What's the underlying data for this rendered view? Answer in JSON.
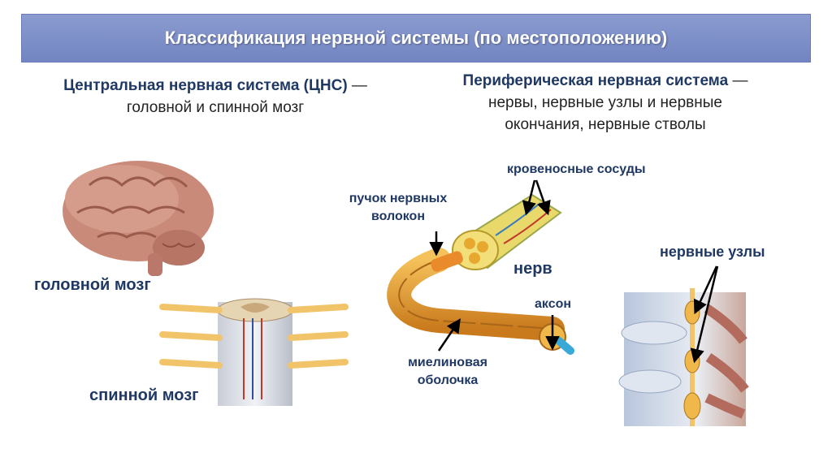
{
  "title": "Классификация нервной системы (по местоположению)",
  "cns": {
    "name": "Центральная нервная система (ЦНС)",
    "dash": " —",
    "desc": "головной и спинной мозг"
  },
  "pns": {
    "name": "Периферическая нервная система",
    "dash": " —",
    "desc_line1": "нервы, нервные узлы и нервные",
    "desc_line2": "окончания, нервные стволы"
  },
  "labels": {
    "brain": "головной мозг",
    "spinal_cord": "спинной мозг",
    "blood_vessels": "кровеносные сосуды",
    "fiber_bundle_line1": "пучок нервных",
    "fiber_bundle_line2": "волокон",
    "nerve": "нерв",
    "axon": "аксон",
    "myelin_line1": "миелиновая",
    "myelin_line2": "оболочка",
    "ganglia": "нервные узлы"
  },
  "colors": {
    "title_bar": "#7b8cc6",
    "label_text": "#1f3864",
    "brain": "#c98a7a",
    "nerve_orange": "#e8a23a",
    "bundle_yellow": "#e9d86a"
  },
  "icons": {
    "brain": "brain-illustration",
    "spinal_cord": "spinal-cord-illustration",
    "nerve": "nerve-fiber-illustration",
    "ganglia": "spinal-ganglia-illustration"
  }
}
